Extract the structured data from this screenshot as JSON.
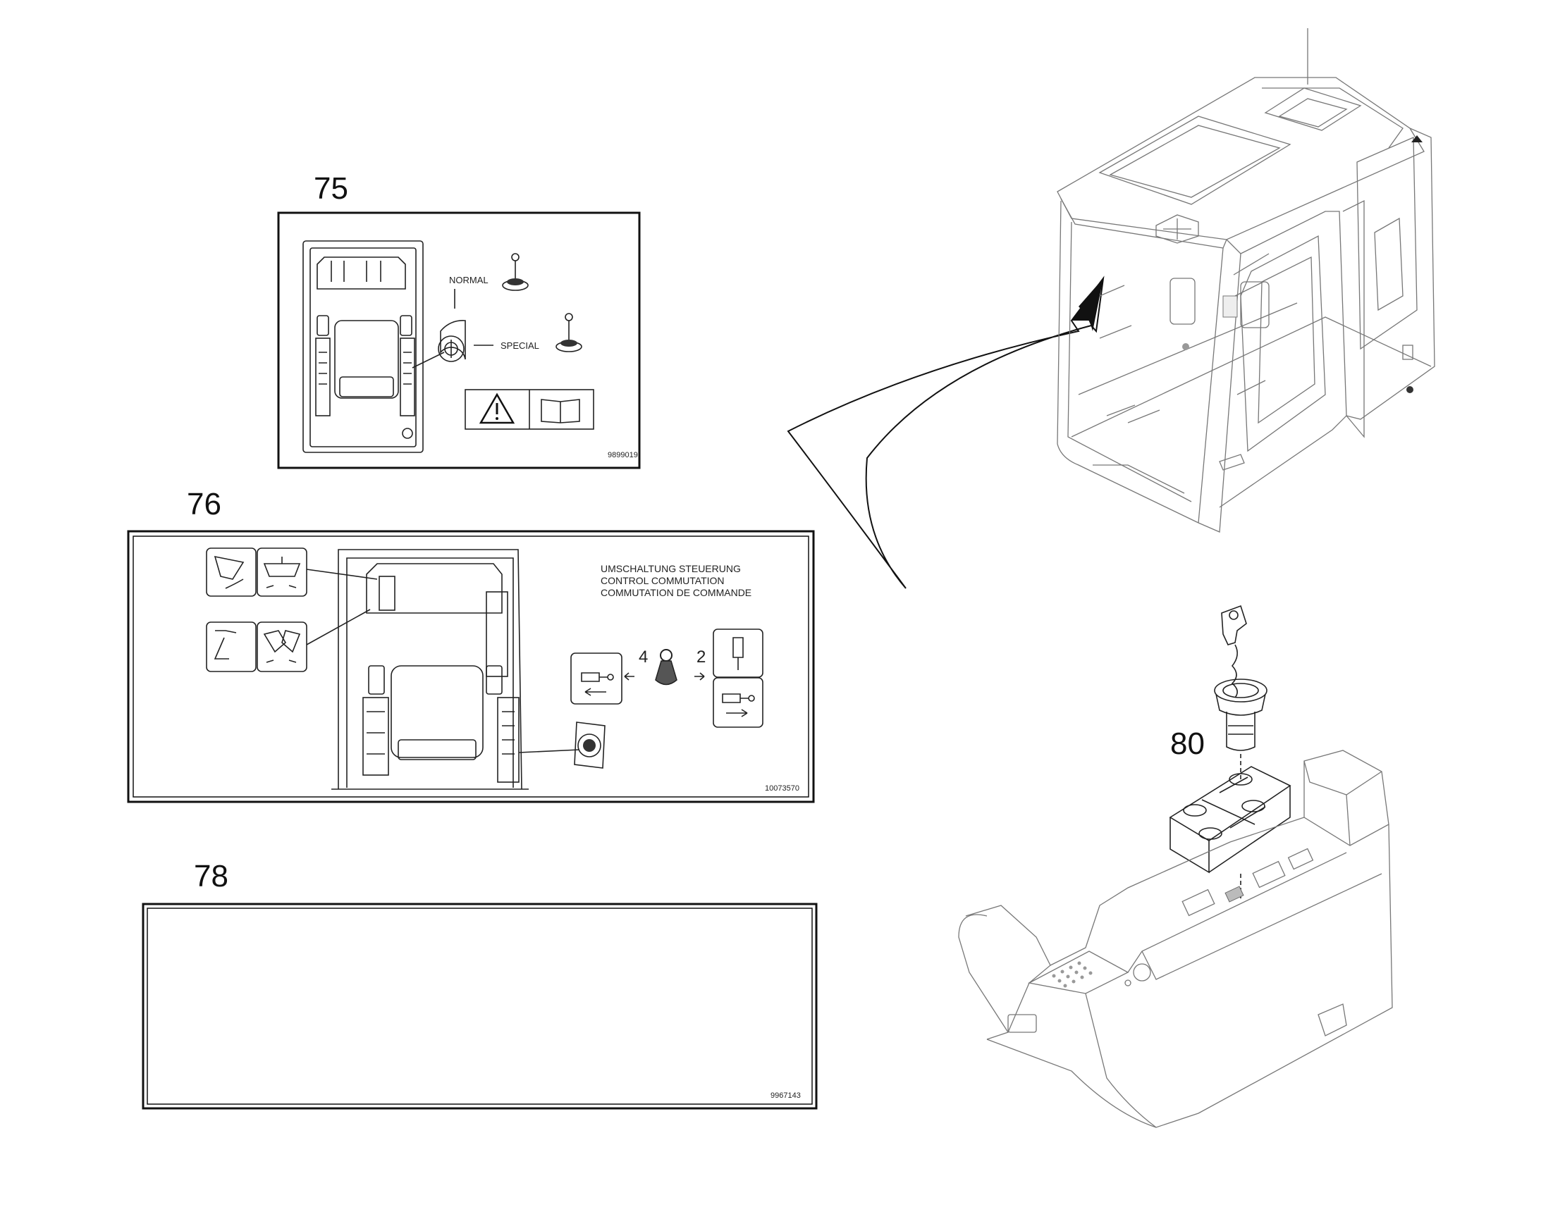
{
  "callouts": {
    "c75": "75",
    "c76": "76",
    "c78": "78",
    "c80": "80"
  },
  "decal75": {
    "normal_label": "NORMAL",
    "special_label": "SPECIAL",
    "part_number": "9899019",
    "icons": [
      "warning-triangle-icon",
      "manual-book-icon"
    ]
  },
  "decal76": {
    "title_lines": [
      "UMSCHALTUNG STEUERUNG",
      "CONTROL COMMUTATION",
      "COMMUTATION DE COMMANDE"
    ],
    "pattern_left": "4",
    "pattern_right": "2",
    "part_number": "10073570"
  },
  "decal78": {
    "part_number": "9967143"
  }
}
